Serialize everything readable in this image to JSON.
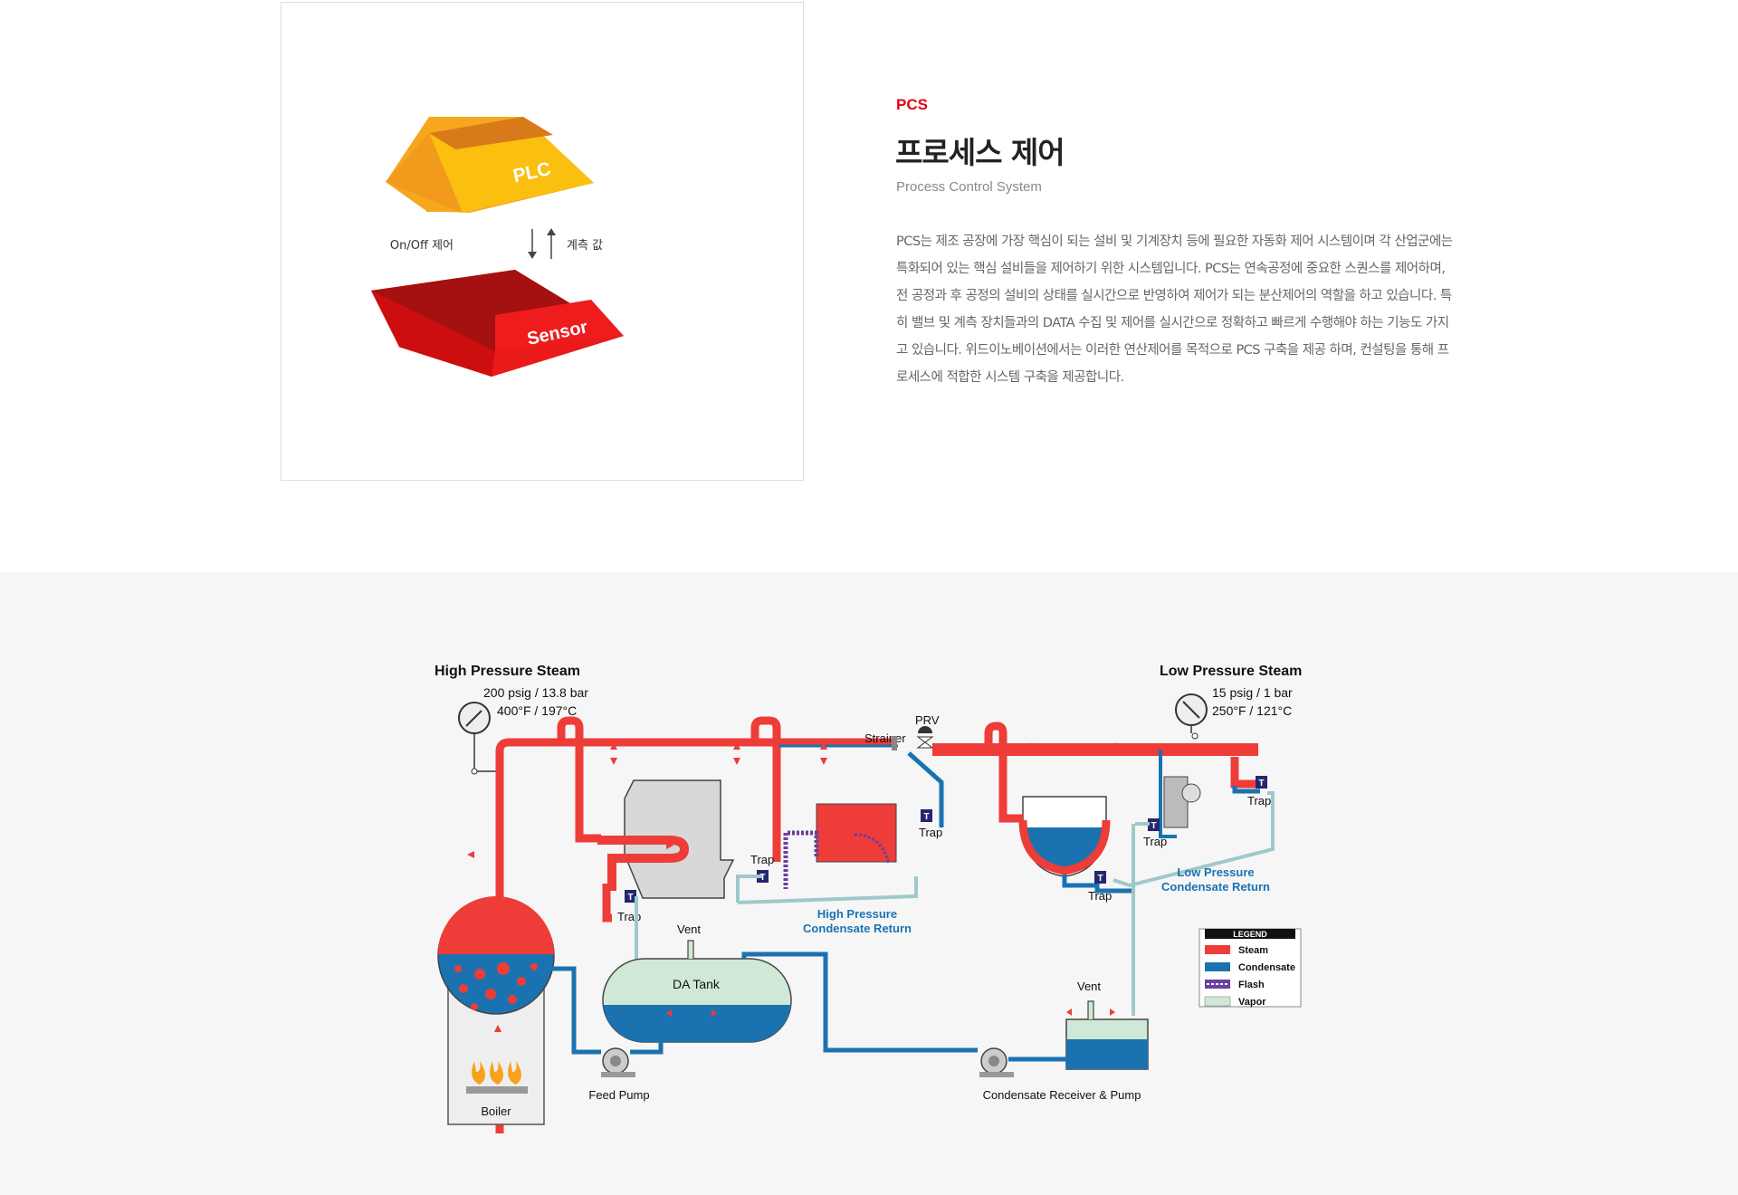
{
  "pcs": {
    "tag": "PCS",
    "title": "프로세스 제어",
    "subtitle": "Process Control System",
    "description": "PCS는 제조 공장에 가장 핵심이 되는 설비 및 기계장치 등에 필요한 자동화 제어 시스템이며 각 산업군에는 특화되어 있는 핵심 설비들을 제어하기 위한 시스템입니다. PCS는 연속공정에 중요한 스퀀스를 제어하며, 전 공정과 후 공정의 설비의 상태를 실시간으로 반영하여 제어가 되는 분산제어의 역할을 하고 있습니다. 특히 밸브 및 계측 장치들과의 DATA 수집 및 제어를 실시간으로 정확하고 빠르게 수행해야 하는 기능도 가지고 있습니다. 위드이노베이션에서는 이러한 연산제어를 목적으로 PCS 구축을 제공 하며, 컨설팅을 통해 프로세스에 적합한 시스템 구축을 제공합니다."
  },
  "pyramid": {
    "plc": "PLC",
    "sensor": "Sensor",
    "onoff": "On/Off 제어",
    "measure": "계측 값"
  },
  "diagram": {
    "hp_title": "High Pressure Steam",
    "hp_line1": "200 psig / 13.8 bar",
    "hp_line2": "400°F / 197°C",
    "lp_title": "Low Pressure Steam",
    "lp_line1": "15 psig / 1 bar",
    "lp_line2": "250°F / 121°C",
    "strainer": "Strainer",
    "prv": "PRV",
    "trap": "Trap",
    "trap_symbol": "T",
    "vent": "Vent",
    "da_tank": "DA Tank",
    "boiler": "Boiler",
    "feed_pump": "Feed Pump",
    "receiver": "Condensate Receiver & Pump",
    "hp_return_1": "High Pressure",
    "hp_return_2": "Condensate Return",
    "lp_return_1": "Low Pressure",
    "lp_return_2": "Condensate Return",
    "legend_title": "LEGEND",
    "legend": [
      "Steam",
      "Condensate",
      "Flash",
      "Vapor"
    ]
  },
  "colors": {
    "accent": "#e60012",
    "steam": "#ee3c38",
    "condensate": "#1a73b0",
    "flash": "#6b3fa0",
    "vapor": "#cfe9d6",
    "plc_top": "#e07a1c",
    "plc_face": "#f5a71e",
    "sensor_top": "#9e1010",
    "sensor_face": "#e01212"
  }
}
